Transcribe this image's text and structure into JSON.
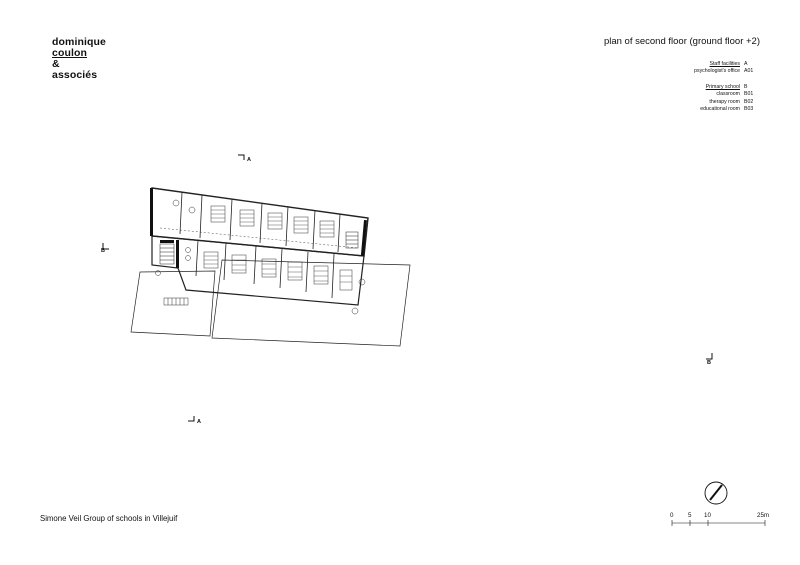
{
  "firm": {
    "line1": "dominique",
    "line2": "coulon",
    "line3": "&",
    "line4": "associés"
  },
  "plan_title": "plan of second floor (ground floor +2)",
  "legend": {
    "groups": [
      {
        "name": "Staff facilities",
        "code": "A",
        "items": [
          {
            "name": "psychologist's office",
            "code": "A01"
          }
        ]
      },
      {
        "name": "Primary school",
        "code": "B",
        "items": [
          {
            "name": "classroom",
            "code": "B01"
          },
          {
            "name": "therapy room",
            "code": "B02"
          },
          {
            "name": "educational room",
            "code": "B03"
          }
        ]
      }
    ]
  },
  "section_markers": {
    "a": "A",
    "b": "B"
  },
  "scale": {
    "labels": [
      "0",
      "5",
      "10",
      "25m"
    ]
  },
  "project_name": "Simone Veil Group of schools in Villejuif"
}
